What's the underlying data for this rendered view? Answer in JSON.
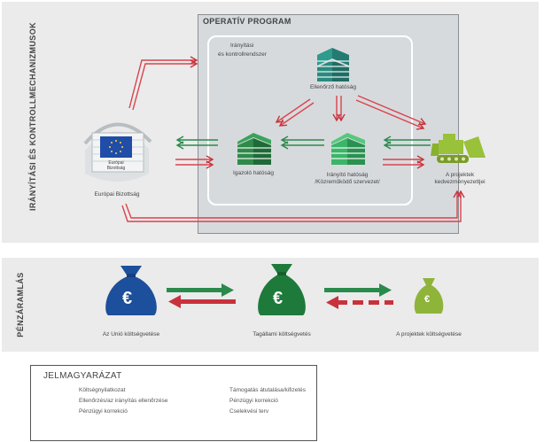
{
  "panels": {
    "top_side_label": "IRÁNYÍTÁSI ÉS KONTROLLMECHANIZMUSOK",
    "bottom_side_label": "PÉNZÁRAMLÁS"
  },
  "operative": {
    "title": "OPERATÍV PROGRAM",
    "control_system_label_1": "Irányítási",
    "control_system_label_2": "és kontrollrendszer",
    "audit_authority": "Ellenőrző hatóság",
    "certifying_authority": "Igazoló hatóság",
    "managing_authority_1": "Irányító hatóság",
    "managing_authority_2": "/Közreműködő szervezet/",
    "beneficiaries_1": "A projektek",
    "beneficiaries_2": "kedvezményezettjei"
  },
  "commission": {
    "label": "Európai Bizottság",
    "sign_line_1": "Európai",
    "sign_line_2": "Bizottság"
  },
  "money_flow": {
    "eu_budget": "Az Unió költségvetése",
    "member_state_budget": "Tagállami költségvetés",
    "project_budget": "A projektek költségvetése",
    "currency_symbol": "€"
  },
  "legend": {
    "title": "JELMAGYARÁZAT",
    "items_left": [
      "Költségnyilatkozat",
      "Ellenőrzés/az irányítás ellenőrzése",
      "Pénzügyi korrekció"
    ],
    "items_right": [
      "Támogatás átutalása/kifizetés",
      "Pénzügyi korrekció",
      "Cselekvési terv"
    ]
  },
  "colors": {
    "green": "#2a8a4c",
    "light_green": "#5fbf7e",
    "red": "#c8323c",
    "light_red": "#e58a8a",
    "teal": "#2f8f86",
    "navy_bag": "#1c4f9c",
    "green_bag": "#1e7a3a",
    "lime_bag": "#8fb43a",
    "bulldozer": "#9ac13a"
  }
}
